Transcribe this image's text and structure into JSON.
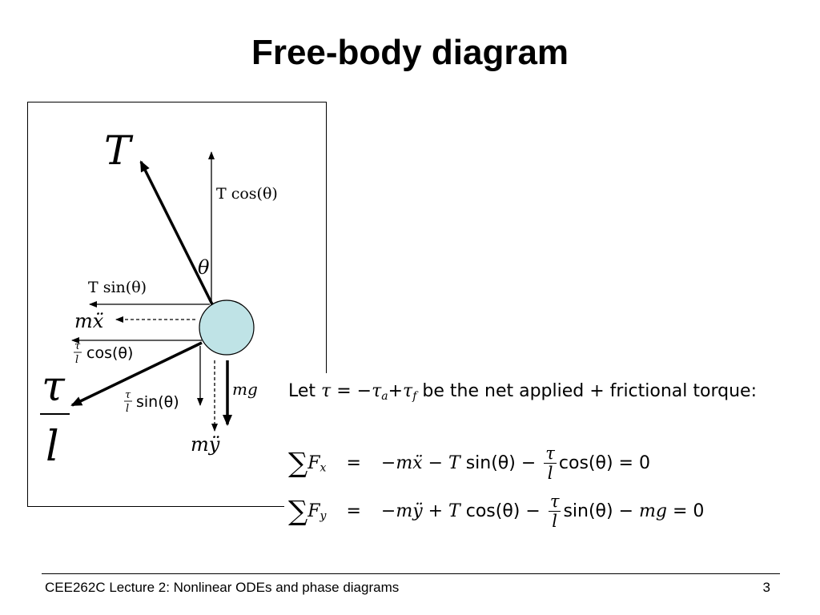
{
  "title": "Free-body diagram",
  "diagram": {
    "labels": {
      "tension": "T",
      "tension_vertical": "T cos(θ)",
      "angle": "θ",
      "tension_horizontal": "T sin(θ)",
      "inertia_x": "mẍ",
      "torque_cos_suffix": "cos(θ)",
      "torque_sin_suffix": "sin(θ)",
      "torque_num": "τ",
      "torque_den": "l",
      "weight": "mg",
      "inertia_y": "mÿ"
    },
    "colors": {
      "mass_fill": "#bfe3e6",
      "stroke": "#000000"
    }
  },
  "equations": {
    "intro": "Let τ = −τ_a + τ_f be the net applied + frictional torque:",
    "intro_parts": {
      "let": "Let",
      "tau": "τ",
      "eq": "=",
      "minus": "−",
      "tau_a": "τ",
      "a": "a",
      "plus": "+",
      "tau_f": "τ",
      "f": "f",
      "rest": "be the net applied + frictional torque:"
    },
    "fx": {
      "sum": "∑",
      "F": "F",
      "sub": "x",
      "eq": "=",
      "lhs": "−mẍ − T",
      "sin": "sin(θ) −",
      "frac_num": "τ",
      "frac_den": "l",
      "tail": "cos(θ) = 0"
    },
    "fy": {
      "sum": "∑",
      "F": "F",
      "sub": "y",
      "eq": "=",
      "lhs": "−mÿ + T",
      "cos": "cos(θ) −",
      "frac_num": "τ",
      "frac_den": "l",
      "tail": "sin(θ) −",
      "mg": "mg",
      "end": "= 0"
    }
  },
  "footer": {
    "left": "CEE262C Lecture 2: Nonlinear ODEs and phase diagrams",
    "page": "3"
  }
}
